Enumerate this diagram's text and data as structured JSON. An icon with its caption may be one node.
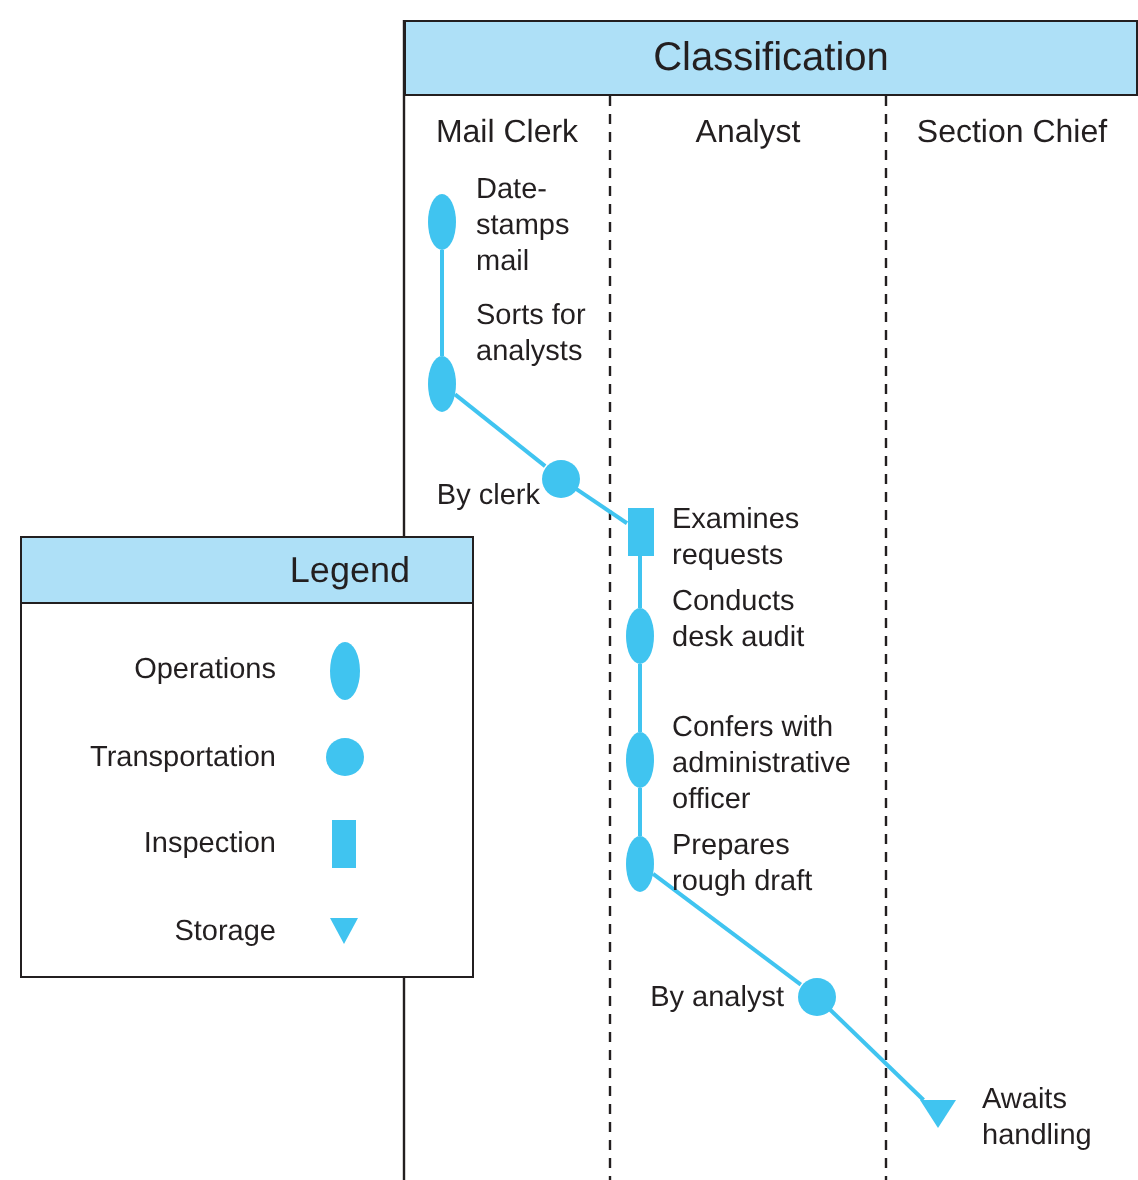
{
  "diagram": {
    "nodes": [
      {
        "text": [
          "Classification"
        ]
      },
      {
        "text": [],
        "shape": "ellipse",
        "beside": [
          "Date-stamps mail"
        ]
      },
      {
        "text": [],
        "shape": "ellipse",
        "beside": [
          "Sorts for analysts"
        ]
      },
      {
        "text": [],
        "shape": "circle",
        "beside": [
          "By clerk"
        ]
      },
      {
        "text": [],
        "shape": "box",
        "beside": [
          "Examines requests"
        ]
      },
      {
        "text": [],
        "shape": "ellipse",
        "beside": [
          "Conducts desk audit"
        ]
      },
      {
        "text": [],
        "shape": "ellipse",
        "beside": [
          "Confers with administrative officer"
        ]
      },
      {
        "text": [],
        "shape": "ellipse",
        "beside": [
          "Prepares rough draft"
        ]
      },
      {
        "text": [],
        "shape": "circle",
        "beside": [
          "By analyst"
        ]
      },
      {
        "text": [],
        "shape": "triangle",
        "beside": [
          "Awaits handling"
        ]
      }
    ],
    "edges": [
      {
        "from": 1,
        "to": 2,
        "arrow": "none"
      },
      {
        "from": 2,
        "to": 3,
        "arrow": "none"
      },
      {
        "from": 3,
        "to": 4,
        "arrow": "none"
      },
      {
        "from": 4,
        "to": 5,
        "arrow": "none"
      },
      {
        "from": 5,
        "to": 6,
        "arrow": "none"
      },
      {
        "from": 6,
        "to": 7,
        "arrow": "none"
      },
      {
        "from": 7,
        "to": 8,
        "arrow": "none"
      },
      {
        "from": 8,
        "to": 9,
        "arrow": "none"
      }
    ],
    "labels": [
      "Mail Clerk",
      "Analyst",
      "Section Chief",
      "Legend"
    ],
    "legend": [
      {
        "text": "Operations"
      },
      {
        "text": "Transportation"
      },
      {
        "text": "Inspection"
      },
      {
        "text": "Storage"
      }
    ]
  }
}
